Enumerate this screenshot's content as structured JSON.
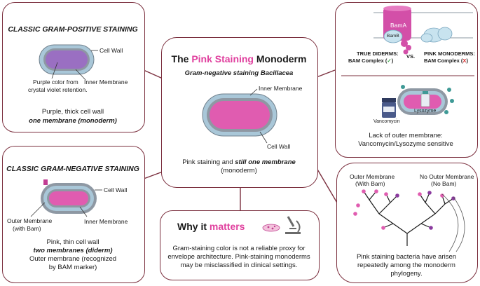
{
  "colors": {
    "border": "#7b2f3e",
    "pink": "#e05cb0",
    "purple": "#9a6fc2",
    "wall": "#a9c7d8",
    "membrane_gray": "#8e98a3",
    "accent_pink_text": "#e0409e",
    "check_green": "#3aa54a",
    "cross_red": "#d62828"
  },
  "gram_positive": {
    "title": "CLASSIC GRAM-POSITIVE STAINING",
    "label_cell_wall": "Cell Wall",
    "label_inner_membrane": "Inner Membrane",
    "label_purple_1": "Purple color from",
    "label_purple_2": "crystal violet retention.",
    "desc_1": "Purple, thick cell wall",
    "desc_2": "one membrane (monoderm)"
  },
  "gram_negative": {
    "title": "CLASSIC GRAM-NEGATIVE STAINING",
    "label_cell_wall": "Cell Wall",
    "label_outer_1": "Outer Membrane",
    "label_outer_2": "(with Bam)",
    "label_inner_membrane": "Inner Membrane",
    "desc_1": "Pink, thin cell wall",
    "desc_2": "two membranes (diderm)",
    "desc_3": "Outer membrane (recognized",
    "desc_4": "by BAM marker)"
  },
  "center": {
    "title_pre": "The ",
    "title_pink": "Pink Staining",
    "title_post": " Monoderm",
    "subtitle": "Gram-negative staining Bacillacea",
    "label_inner_membrane": "Inner Membrane",
    "label_cell_wall": "Cell Wall",
    "desc_pre": "Pink staining and ",
    "desc_bold": "still one membrane",
    "desc_2": "(monoderm)"
  },
  "why": {
    "title_pre": "Why it ",
    "title_pink": "matters",
    "text_1": "Gram-staining color is not a reliable proxy for",
    "text_2": "envelope architecture. Pink-staining monoderms",
    "text_3": "may be misclassified in clinical settings."
  },
  "top_right": {
    "bama_label": "BamA",
    "bamb_label": "BamB",
    "true_diderms": "TRUE DIDERMS:",
    "bam_complex_1": "BAM Complex (",
    "check": "✓",
    "close_paren_1": ")",
    "vs": "VS.",
    "pink_monoderms": "PINK MONODERMS:",
    "bam_complex_2": "BAM Complex (",
    "cross": "X",
    "close_paren_2": ")",
    "vancomycin": "Vancomycin",
    "lysozyme": "Lysozyme",
    "lack_1": "Lack of outer membrane:",
    "lack_2": "Vancomycin/Lysozyme sensitive"
  },
  "bottom_right": {
    "outer_1": "Outer Membrane",
    "outer_2": "(With Bam)",
    "no_outer_1": "No Outer Membrane",
    "no_outer_2": "(No Bam)",
    "text_1": "Pink staining bacteria have arisen",
    "text_2": "repeatedly among the monoderm",
    "text_3": "phylogeny."
  }
}
